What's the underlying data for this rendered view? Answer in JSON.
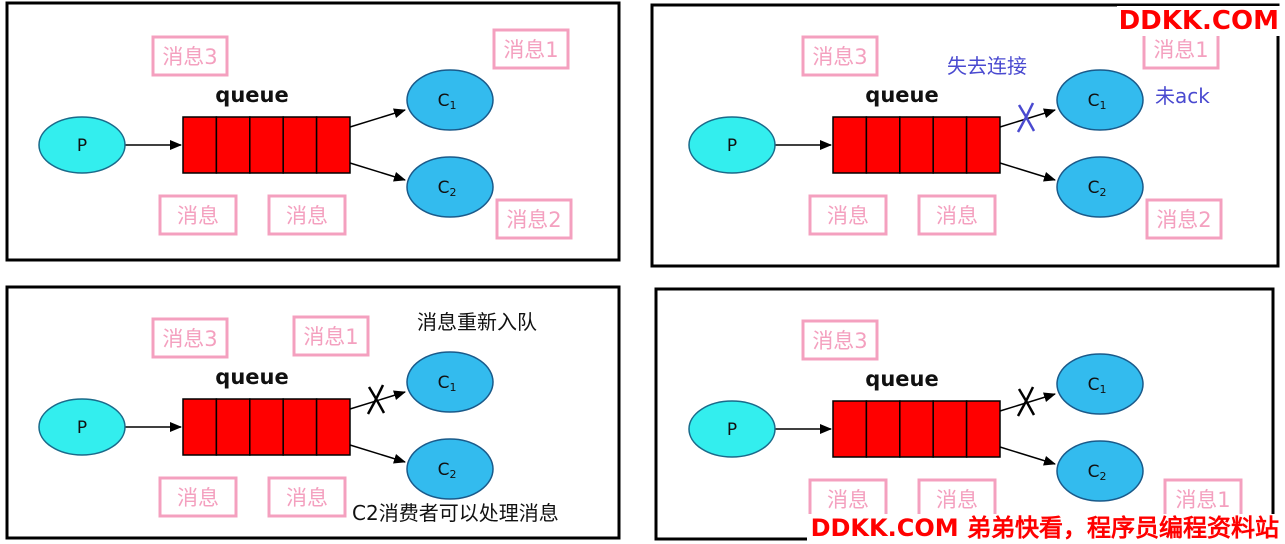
{
  "panels": [
    {
      "queue_label": "queue",
      "producer": "P",
      "consumers": [
        "C",
        "C"
      ],
      "consumer_subscripts": [
        "1",
        "2"
      ],
      "message_tags": [
        "消息3",
        "消息1",
        "消息",
        "消息",
        "消息2"
      ],
      "annotations": [],
      "broken_link": "none"
    },
    {
      "queue_label": "queue",
      "producer": "P",
      "consumers": [
        "C",
        "C"
      ],
      "consumer_subscripts": [
        "1",
        "2"
      ],
      "message_tags": [
        "消息3",
        "消息1",
        "消息",
        "消息",
        "消息2"
      ],
      "annotations": [
        "失去连接",
        "未ack"
      ],
      "broken_link": "c1"
    },
    {
      "queue_label": "queue",
      "producer": "P",
      "consumers": [
        "C",
        "C"
      ],
      "consumer_subscripts": [
        "1",
        "2"
      ],
      "message_tags": [
        "消息3",
        "消息1",
        "消息",
        "消息"
      ],
      "annotations": [
        "消息重新入队",
        "C2消费者可以处理消息"
      ],
      "broken_link": "c1"
    },
    {
      "queue_label": "queue",
      "producer": "P",
      "consumers": [
        "C",
        "C"
      ],
      "consumer_subscripts": [
        "1",
        "2"
      ],
      "message_tags": [
        "消息3",
        "消息",
        "消息",
        "消息1"
      ],
      "annotations": [],
      "broken_link": "c1"
    }
  ],
  "watermarks": {
    "top": "DDKK.COM",
    "bottom": "DDKK.COM 弟弟快看，程序员编程资料站"
  },
  "colors": {
    "queue_fill": "#ff0000",
    "producer_fill": "#33eeee",
    "consumer_fill": "#33bbee",
    "message_tag": "#f4a0bf",
    "blue_annotation": "#4a4ad0",
    "watermark": "#ff0000"
  }
}
